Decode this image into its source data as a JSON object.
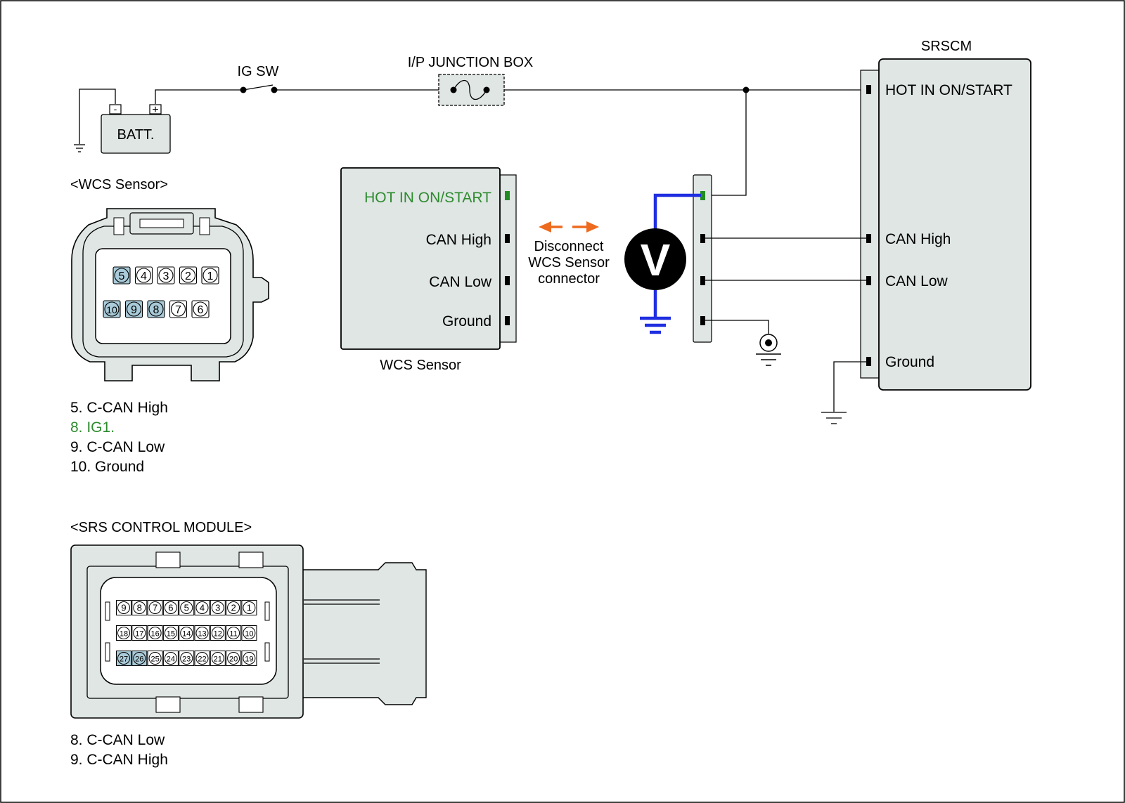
{
  "colors": {
    "wire": "#000000",
    "meter_lead": "#1f2ee0",
    "highlight_text": "#2e8b2e",
    "highlight_pin": "#228b22",
    "pin_highlight_fill": "#a9cad8",
    "module_fill": "#dfe6e4",
    "arrow": "#ee6a1e",
    "frame": "#000000"
  },
  "top": {
    "ig_sw": "IG SW",
    "junction_box": "I/P JUNCTION BOX",
    "battery": {
      "label": "BATT.",
      "minus": "-",
      "plus": "+"
    }
  },
  "srscm": {
    "title": "SRSCM",
    "pins": [
      "HOT IN ON/START",
      "CAN High",
      "CAN Low",
      "Ground"
    ]
  },
  "wcs_module": {
    "caption": "WCS Sensor",
    "pins": [
      "HOT IN ON/START",
      "CAN High",
      "CAN Low",
      "Ground"
    ]
  },
  "disconnect_note": [
    "Disconnect",
    "WCS Sensor",
    "connector"
  ],
  "voltmeter": {
    "symbol": "V"
  },
  "wcs_connector": {
    "title": "<WCS Sensor>",
    "row1": [
      "5",
      "4",
      "3",
      "2",
      "1"
    ],
    "row2": [
      "10",
      "9",
      "8",
      "7",
      "6"
    ],
    "highlighted": [
      "5",
      "10",
      "9",
      "8"
    ],
    "legend": [
      {
        "text": "5. C-CAN High",
        "highlight": false
      },
      {
        "text": "8. IG1.",
        "highlight": true
      },
      {
        "text": "9. C-CAN Low",
        "highlight": false
      },
      {
        "text": "10. Ground",
        "highlight": false
      }
    ]
  },
  "srs_connector": {
    "title": "<SRS CONTROL MODULE>",
    "row1": [
      "9",
      "8",
      "7",
      "6",
      "5",
      "4",
      "3",
      "2",
      "1"
    ],
    "row2": [
      "18",
      "17",
      "16",
      "15",
      "14",
      "13",
      "12",
      "11",
      "10"
    ],
    "row3": [
      "27",
      "26",
      "25",
      "24",
      "23",
      "22",
      "21",
      "20",
      "19"
    ],
    "highlighted": [
      "27",
      "26"
    ],
    "legend": [
      "8. C-CAN Low",
      "9. C-CAN High"
    ]
  }
}
